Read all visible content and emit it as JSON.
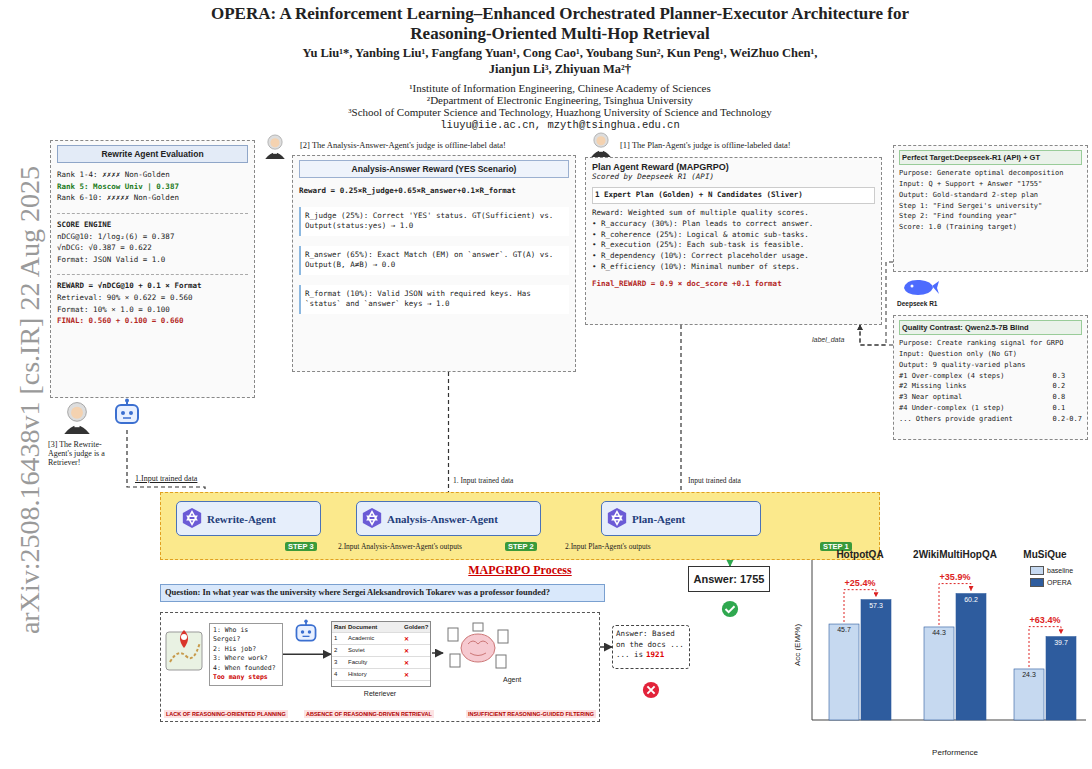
{
  "diagram": {
    "title": "OPERA: A Reinforcement Learning–Enhanced Orchestrated Planner-Executor Architecture for Reasoning-Oriented Multi-Hop Retrieval",
    "nodes": [
      {
        "text": [
          "Rewrite Agent Evaluation",
          "Rank 1-4: ✗✗✗✗ Non-Golden",
          "Rank 5: Moscow Univ | 0.387",
          "Rank 6-10: ✗✗✗✗✗ Non-Golden",
          "SCORE ENGINE",
          "nDCG@10: 1/log₂(6) = 0.387",
          "√nDCG: √0.387 = 0.622",
          "Format: JSON Valid = 1.0",
          "REWARD = √nDCG@10 + 0.1 × Format",
          "Retrieval: 90% × 0.622 = 0.560",
          "Format: 10% × 1.0 = 0.100",
          "FINAL: 0.560 + 0.100 = 0.660"
        ]
      },
      {
        "text": [
          "Analysis-Answer Reward (YES Scenario)",
          "Reward = 0.25×R_judge+0.65×R_answer+0.1×R_format",
          "R_judge (25%): Correct 'YES' status. GT(Sufficient) vs. Output(status:yes) → 1.0",
          "R_answer (65%): Exact Match (EM) on `answer`. GT(A) vs. Output(B, A≠B) → 0.0",
          "R_format (10%): Valid JSON with required keys. Has `status` and `answer` keys → 1.0"
        ]
      },
      {
        "text": [
          "Plan Agent Reward (MAPGRPO)",
          "Scored by Deepseek R1 (API)",
          "1 Expert Plan (Golden) + N Candidates (Sliver)",
          "Reward: Weighted sum of multiple quality scores.",
          "• R_accuracy (30%): Plan leads to correct answer.",
          "• R_coherence (25%): Logical & atomic sub-tasks.",
          "• R_execution (25%): Each sub-task is feasible.",
          "• R_dependency (10%): Correct placeholder usage.",
          "• R_efficiency (10%): Minimal number of steps.",
          "Final_REWARD = 0.9 × doc_score +0.1 format"
        ]
      },
      {
        "text": [
          "Perfect Target:Deepseek-R1 (API) + GT",
          "Purpose: Generate optimal decomposition",
          "Input: Q + Support + Answer \"1755\"",
          "Output: Gold-standard 2-step plan",
          "Step 1: \"Find Sergei's university\"",
          "Step 2: \"Find founding year\"",
          "Score: 1.0 (Training target)"
        ]
      },
      {
        "text": [
          "Quality Contrast: Qwen2.5-7B Blind",
          "Purpose: Create ranking signal for GRPO",
          "Input: Question only (No GT)",
          "Output: 9 quality-varied plans",
          "#1 Over-complex (4 steps)",
          "0.3",
          "#2 Missing links",
          "0.2",
          "#3 Near optimal",
          "0.8",
          "#4 Under-complex (1 step)",
          "0.1",
          "... Others provide gradient",
          "0.2-0.7"
        ]
      },
      {
        "text": [
          "MAPGRPO Process"
        ]
      },
      {
        "text": [
          "Rewrite-Agent"
        ],
        "in": 5
      },
      {
        "text": [
          "Analysis-Answer-Agent"
        ],
        "in": 5
      },
      {
        "text": [
          "Plan-Agent"
        ],
        "in": 5
      },
      {
        "text": [
          "Question: In what year was the university where Sergei Aleksandrovich Tokarev was a professor founded?"
        ]
      },
      {
        "text": [
          "Answer: 1755"
        ]
      },
      {
        "text": [
          "LACK OF REASONING-ORIENTED PLANNING",
          "ABSENCE OF REASONING-DRIVEN RETRIEVAL",
          "INSUFFICIENT REASONING-GUIDED FILTERING"
        ]
      },
      {
        "text": [
          "1: Who is Sergei?",
          "2: His job?",
          "3: Where work?",
          "4: When founded?",
          "Too many steps"
        ],
        "in": 11
      },
      {
        "text": [
          "Rank",
          "Document",
          "Golden?",
          "1",
          "Academic",
          "✕",
          "2",
          "Soviet",
          "✕",
          "3",
          "Faculty",
          "✕",
          "4",
          "History",
          "✕"
        ],
        "in": 11
      },
      {
        "text": [
          "Answer: Based on the docs ... ... is",
          "1921"
        ]
      }
    ],
    "edges": [
      {
        "from": 7,
        "to": 6,
        "arrow": "to",
        "label": "2.Input Analysis-Answer-Agent's outputs"
      },
      {
        "from": 8,
        "to": 7,
        "arrow": "to",
        "label": "2.Input Plan-Agent's outputs"
      },
      {
        "from": 1,
        "to": 7,
        "arrow": "to",
        "label": "1. Input trained data"
      },
      {
        "from": 2,
        "to": 8,
        "arrow": "to",
        "label": "Input trained data"
      },
      {
        "from": 3,
        "to": 2,
        "arrow": "to"
      },
      {
        "from": 4,
        "to": 2,
        "arrow": "to"
      },
      {
        "from": 5,
        "to": 10,
        "arrow": "to"
      },
      {
        "from": 12,
        "to": 13,
        "arrow": "to"
      },
      {
        "from": 11,
        "to": 14,
        "arrow": "to"
      }
    ],
    "labels": [
      "[2] The Analysis-Answer-Agent's judge is offline-label data!",
      "[1] The Plan-Agent's judge is offline-labeled data!",
      "Deepseek R1",
      "label_data",
      "[3] The Rewrite-Agent's judge is a Retriever!",
      "1.Input trained data",
      "STEP 3",
      "STEP 2",
      "STEP 1",
      "Reteriever",
      "Agent",
      "HotpotQA",
      "2WikiMultiHopQA",
      "MuSiQue",
      "+25.4%",
      "+35.9%",
      "+63.4%",
      "45.7",
      "57.3",
      "44.3",
      "60.2",
      "24.3",
      "39.7",
      "Acc (EM/%)",
      "Performence",
      "arXiv:2508.16438v1 [cs.IR] 22 Aug 2025",
      "Yu Liu¹*, Yanbing Liu¹, Fangfang Yuan¹, Cong Cao¹, Youbang Sun², Kun Peng¹, WeiZhuo Chen¹, Jianjun Li³, Zhiyuan Ma²†",
      "¹Institute of Information Engineering, Chinese Academy of Sciences",
      "²Department of Electronic Engineering, Tsinghua University",
      "³School of Computer Science and Technology, Huazhong University of Science and Technology",
      "liuyu@iie.ac.cn, mzyth@tsinghua.edu.cn"
    ],
    "legend": [
      {
        "text": "baseline",
        "color": "#c6d9f0"
      },
      {
        "text": "OPERA",
        "color": "#2e5c9e"
      }
    ]
  }
}
